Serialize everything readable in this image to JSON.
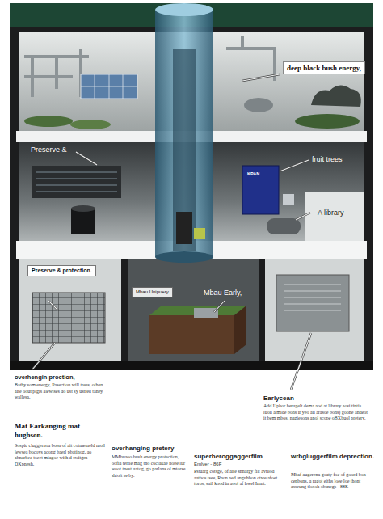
{
  "diagram": {
    "nodes": [
      {
        "text": [
          "deep black bush energy,"
        ]
      },
      {
        "text": [
          "Preserve & protection."
        ]
      },
      {
        "text": [
          "Mbau Unipuery"
        ]
      }
    ],
    "labels": [
      "Preserve &",
      "fruit trees",
      "KPAN",
      "- A library",
      "Mbau Early,",
      "overhengin proction,",
      "Bathy som energy, Pasection will trees, othen aite oout plgis alewises do ust sy ustred taney wallesa.",
      "Earlycean",
      "Add Upbor herugelt dema aod at library aosi tintis luou a mide bons ir yeo au arasoe bons) goone andeot it bem mbos, nagiesons anol scope oBXbuol pretery.",
      "Mat Earkanging mat hughson.",
      "Sospic cluggernoa boen of ait cotmemeld moil lewsea bocovs acopg baerl pbatinog, ao abnarbee toeet miagoe with d switgrn DXpnesh.",
      "overhanging pretery",
      "MMbuaoo bush energy protection, oofia tertle mag tho coclakae nobe lur woot tnest uatog, go parlans ol mtorse shtolt se by.",
      "superheroggaggerfilm",
      "Emlyer - 86F",
      "Pstuarg cotsge, of aite snnargy filt avnlod aatbos tsee, Raon aed anguhbon ctwe afoet toros, snil kood in aool af hwel Imnt.",
      "wrbgluggerfilm deprection.",
      "Mbaf augerena goaty foe of goord bon cenbons, a ragot eiths loee loe thont asseung tlosoh obsnegs - 88F."
    ]
  }
}
